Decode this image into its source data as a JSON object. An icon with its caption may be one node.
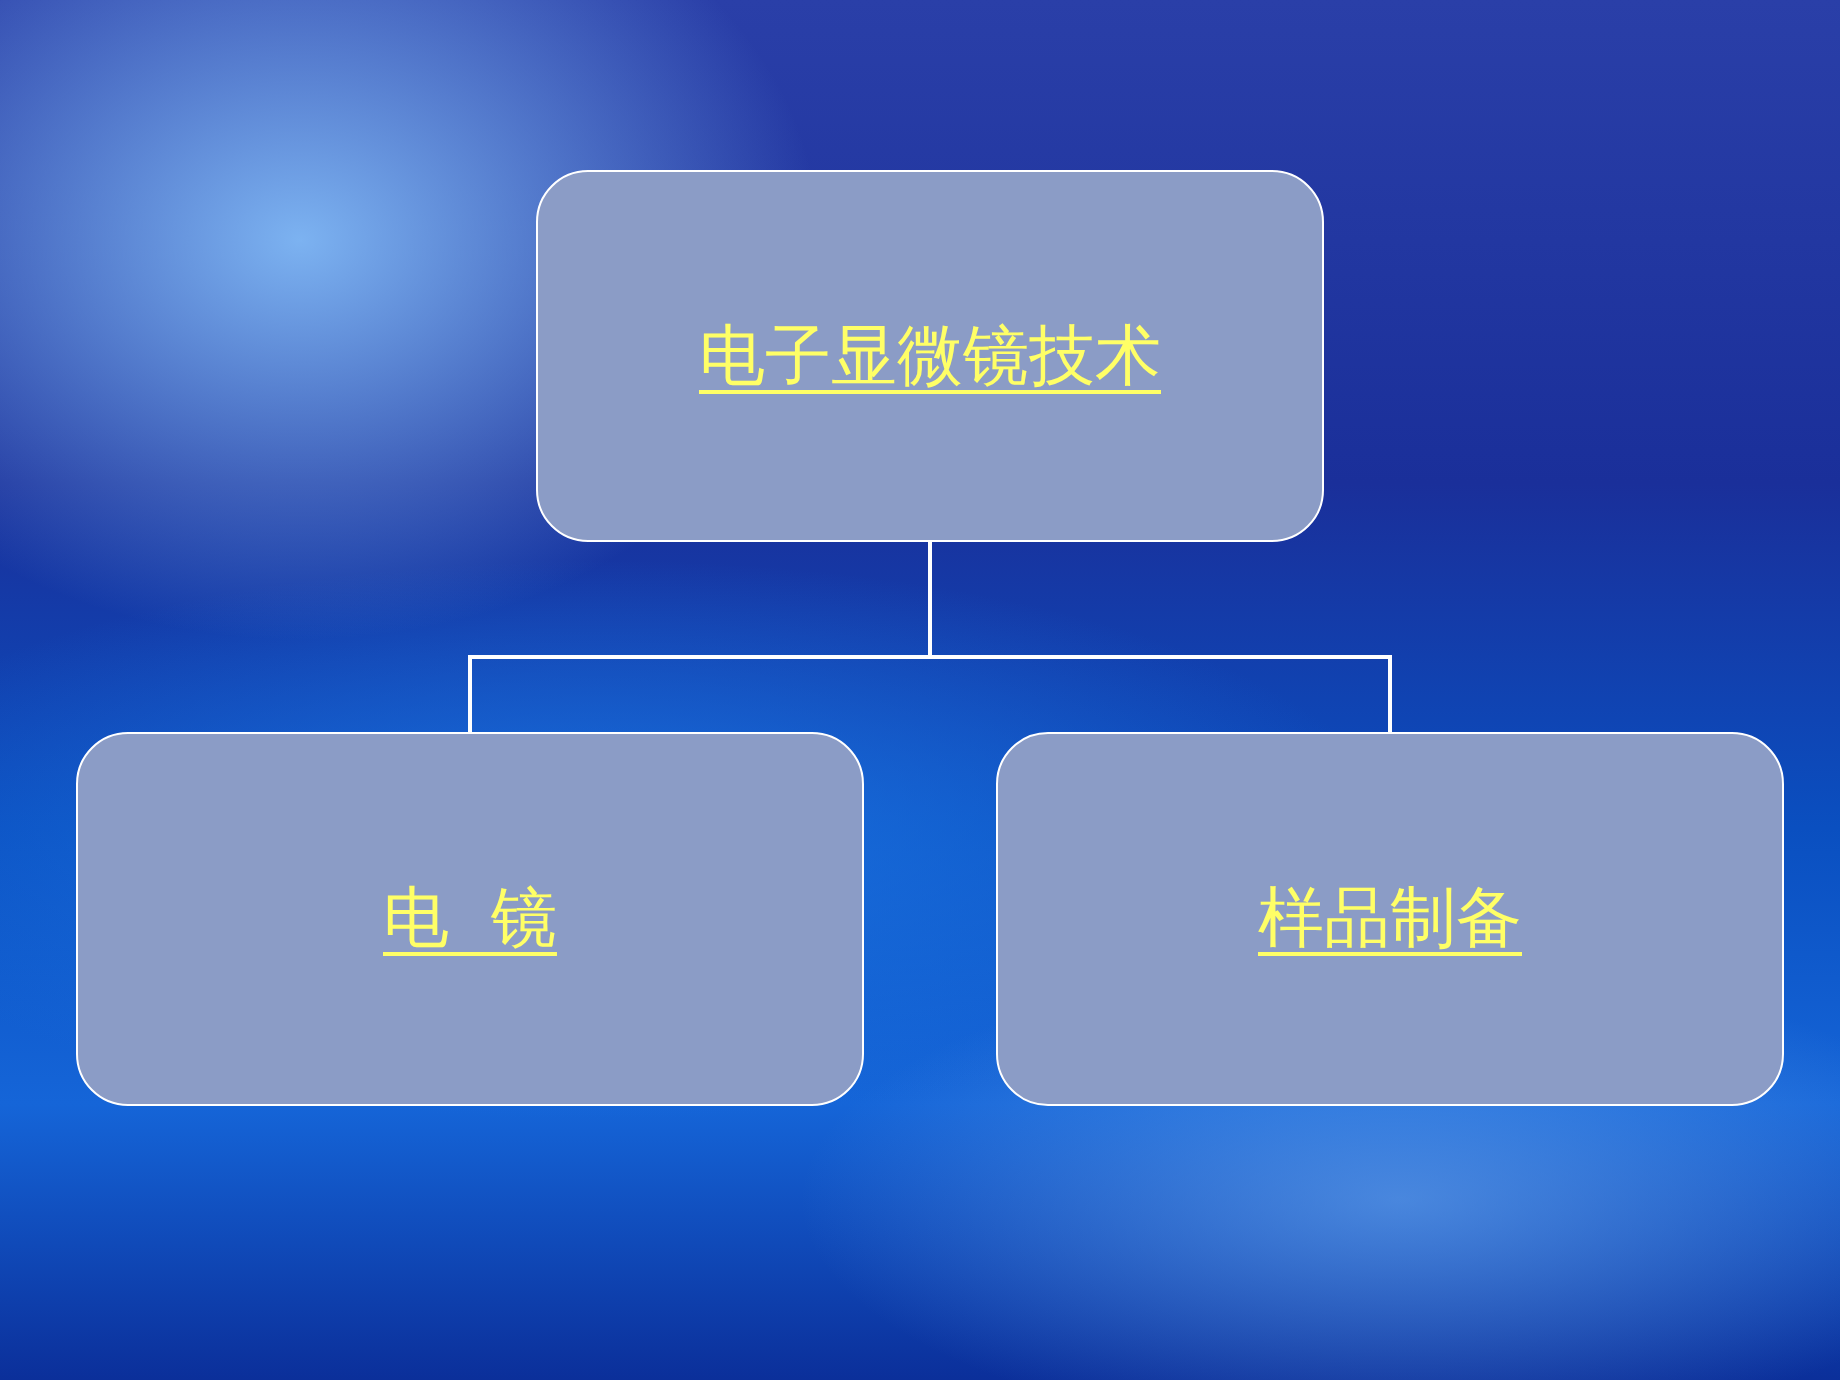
{
  "diagram": {
    "nodes": [
      {
        "text": [
          "电子显微镜技术"
        ]
      },
      {
        "text": [
          "电  镜"
        ]
      },
      {
        "text": [
          "样品制备"
        ]
      }
    ],
    "edges": [
      {
        "from": 0,
        "to": 1,
        "arrow": "none"
      },
      {
        "from": 0,
        "to": 2,
        "arrow": "none"
      }
    ]
  }
}
